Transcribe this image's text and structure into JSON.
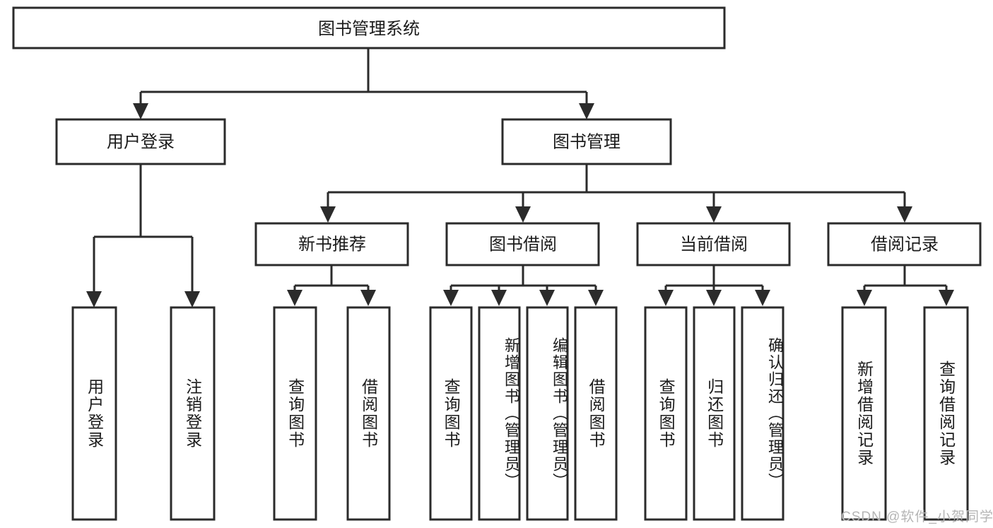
{
  "diagram": {
    "type": "tree-hierarchy",
    "title": "图书管理系统",
    "orientation": "top-down",
    "watermark": "CSDN @软件_小贺同学",
    "colors": {
      "stroke": "#2b2b2b",
      "fill": "#ffffff",
      "text": "#1b1b1b",
      "watermark": "#b5b5b5",
      "background": "#ffffff"
    },
    "levels": {
      "level0": [
        {
          "id": "root",
          "label": "图书管理系统"
        }
      ],
      "level1": [
        {
          "id": "user-login",
          "label": "用户登录",
          "parent": "root"
        },
        {
          "id": "book-manage",
          "label": "图书管理",
          "parent": "root"
        }
      ],
      "level2": [
        {
          "id": "new-book-rec",
          "label": "新书推荐",
          "parent": "book-manage"
        },
        {
          "id": "book-borrow",
          "label": "图书借阅",
          "parent": "book-manage"
        },
        {
          "id": "current-borrow",
          "label": "当前借阅",
          "parent": "book-manage"
        },
        {
          "id": "borrow-record",
          "label": "借阅记录",
          "parent": "book-manage"
        }
      ],
      "level3": [
        {
          "id": "leaf-user-login",
          "label": "用户登录",
          "parent": "user-login"
        },
        {
          "id": "leaf-logout",
          "label": "注销登录",
          "parent": "user-login"
        },
        {
          "id": "leaf-query-book-1",
          "label": "查询图书",
          "parent": "new-book-rec"
        },
        {
          "id": "leaf-borrow-book-1",
          "label": "借阅图书",
          "parent": "new-book-rec"
        },
        {
          "id": "leaf-query-book-2",
          "label": "查询图书",
          "parent": "book-borrow"
        },
        {
          "id": "leaf-add-book",
          "label": "新增图书（管理员）",
          "parent": "book-borrow"
        },
        {
          "id": "leaf-edit-book",
          "label": "编辑图书（管理员）",
          "parent": "book-borrow"
        },
        {
          "id": "leaf-borrow-book-2",
          "label": "借阅图书",
          "parent": "book-borrow"
        },
        {
          "id": "leaf-query-book-3",
          "label": "查询图书",
          "parent": "current-borrow"
        },
        {
          "id": "leaf-return-book",
          "label": "归还图书",
          "parent": "current-borrow"
        },
        {
          "id": "leaf-confirm-return",
          "label": "确认归还（管理员）",
          "parent": "current-borrow"
        },
        {
          "id": "leaf-add-record",
          "label": "新增借阅记录",
          "parent": "borrow-record"
        },
        {
          "id": "leaf-query-record",
          "label": "查询借阅记录",
          "parent": "borrow-record"
        }
      ]
    }
  }
}
